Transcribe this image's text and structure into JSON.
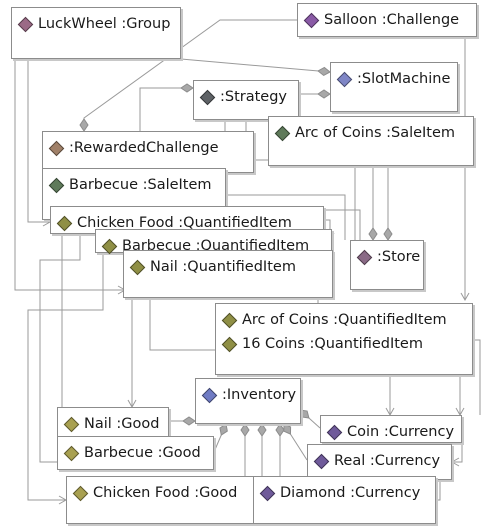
{
  "colors": {
    "group": "#9b6a86",
    "challenge": "#8a5aa6",
    "slotmachine": "#7f86c6",
    "strategy": "#5e6266",
    "saleitem": "#5f7a5a",
    "rewarded": "#a08068",
    "quantified": "#8f8f45",
    "store": "#8a6a86",
    "inventory": "#6f7bc4",
    "good": "#a8a050",
    "currency": "#6f5a9a"
  },
  "nodes": [
    {
      "id": "luckwheel",
      "rows": [
        {
          "label": "LuckWheel :Group",
          "icon": "group"
        }
      ]
    },
    {
      "id": "salloon",
      "rows": [
        {
          "label": "Salloon :Challenge",
          "icon": "challenge"
        }
      ]
    },
    {
      "id": "slotmachine",
      "rows": [
        {
          "label": ":SlotMachine",
          "icon": "slotmachine"
        }
      ]
    },
    {
      "id": "strategy",
      "rows": [
        {
          "label": ":Strategy",
          "icon": "strategy"
        }
      ]
    },
    {
      "id": "arc-sale",
      "rows": [
        {
          "label": "Arc of Coins :SaleItem",
          "icon": "saleitem"
        }
      ]
    },
    {
      "id": "rewarded",
      "rows": [
        {
          "label": ":RewardedChallenge",
          "icon": "rewarded"
        }
      ]
    },
    {
      "id": "barbecue-sale",
      "rows": [
        {
          "label": "Barbecue :SaleItem",
          "icon": "saleitem"
        }
      ]
    },
    {
      "id": "chicken-q",
      "rows": [
        {
          "label": "Chicken Food :QuantifiedItem",
          "icon": "quantified"
        }
      ]
    },
    {
      "id": "barbecue-q",
      "rows": [
        {
          "label": "Barbecue :QuantifiedItem",
          "icon": "quantified"
        }
      ]
    },
    {
      "id": "nail-q",
      "rows": [
        {
          "label": "Nail :QuantifiedItem",
          "icon": "quantified"
        }
      ]
    },
    {
      "id": "store",
      "rows": [
        {
          "label": ":Store",
          "icon": "store"
        }
      ]
    },
    {
      "id": "arc-q",
      "rows": [
        {
          "label": "Arc of Coins :QuantifiedItem",
          "icon": "quantified"
        },
        {
          "label": "16 Coins :QuantifiedItem",
          "icon": "quantified"
        }
      ]
    },
    {
      "id": "inventory",
      "rows": [
        {
          "label": ":Inventory",
          "icon": "inventory"
        }
      ]
    },
    {
      "id": "nail-good",
      "rows": [
        {
          "label": "Nail :Good",
          "icon": "good"
        }
      ]
    },
    {
      "id": "coin",
      "rows": [
        {
          "label": "Coin :Currency",
          "icon": "currency"
        }
      ]
    },
    {
      "id": "barbecue-good",
      "rows": [
        {
          "label": "Barbecue :Good",
          "icon": "good"
        }
      ]
    },
    {
      "id": "real",
      "rows": [
        {
          "label": "Real :Currency",
          "icon": "currency"
        }
      ]
    },
    {
      "id": "chicken-good",
      "rows": [
        {
          "label": "Chicken Food :Good",
          "icon": "good"
        }
      ]
    },
    {
      "id": "diamond",
      "rows": [
        {
          "label": "Diamond :Currency",
          "icon": "currency"
        }
      ]
    }
  ]
}
